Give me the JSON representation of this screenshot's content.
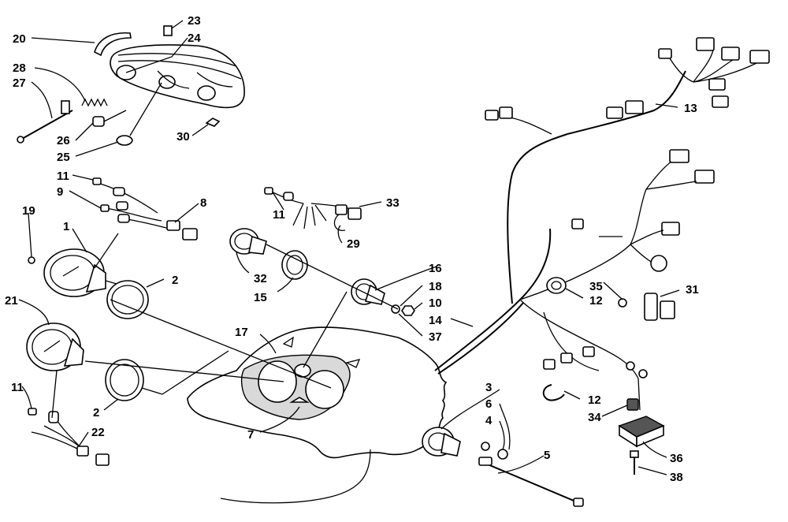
{
  "callouts": {
    "c1": "1",
    "c2a": "2",
    "c2b": "2",
    "c3": "3",
    "c4": "4",
    "c5": "5",
    "c6": "6",
    "c7": "7",
    "c8": "8",
    "c9": "9",
    "c10": "10",
    "c11a": "11",
    "c11b": "11",
    "c11c": "11",
    "c12a": "12",
    "c12b": "12",
    "c13": "13",
    "c14": "14",
    "c15": "15",
    "c16": "16",
    "c17": "17",
    "c18": "18",
    "c19": "19",
    "c20": "20",
    "c21": "21",
    "c22": "22",
    "c23": "23",
    "c24": "24",
    "c25": "25",
    "c26": "26",
    "c27": "27",
    "c28": "28",
    "c29": "29",
    "c30": "30",
    "c31": "31",
    "c32": "32",
    "c33": "33",
    "c34": "34",
    "c35": "35",
    "c36": "36",
    "c37": "37",
    "c38": "38"
  }
}
